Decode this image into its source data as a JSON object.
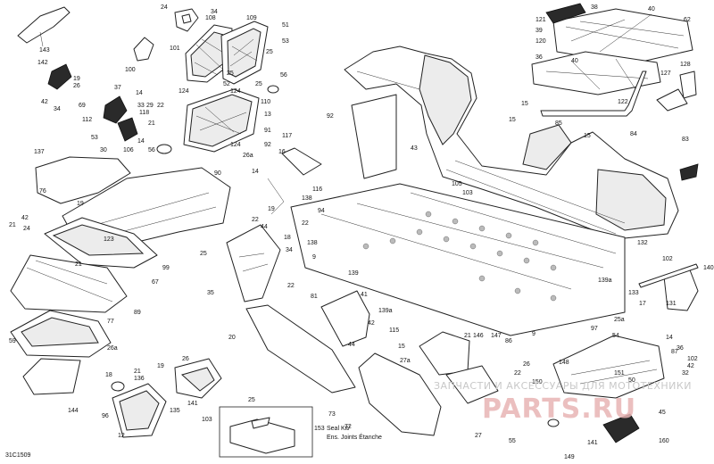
{
  "diagram_code": "31C1509",
  "seal_kit": {
    "number": "153",
    "line1": "Seal Kit/",
    "line2": "Ens. Joints Étanche"
  },
  "watermark": {
    "line1": "ЗАПЧАСТИ И АКСЕССУАРЫ ДЛЯ МОТОТЕХНИКИ",
    "line2": "PARTS.RU"
  },
  "callouts": [
    "143",
    "24",
    "34",
    "101",
    "108",
    "109",
    "51",
    "53",
    "25",
    "56",
    "142",
    "19",
    "26",
    "100",
    "42",
    "34",
    "37",
    "14",
    "69",
    "33",
    "29",
    "22",
    "112",
    "21",
    "118",
    "53",
    "106",
    "30",
    "14",
    "56",
    "124",
    "124",
    "52",
    "13",
    "91",
    "124",
    "110",
    "25",
    "25",
    "121",
    "38",
    "40",
    "39",
    "62",
    "120",
    "36",
    "40",
    "127",
    "128",
    "15",
    "85",
    "122",
    "15",
    "84",
    "15",
    "92",
    "117",
    "43",
    "92",
    "16",
    "26a",
    "138",
    "116",
    "14",
    "94",
    "22",
    "19",
    "83",
    "137",
    "90",
    "105",
    "103",
    "76",
    "19",
    "42",
    "24",
    "123",
    "21",
    "44",
    "22",
    "18",
    "34",
    "25",
    "9",
    "138",
    "139",
    "132",
    "139a",
    "102",
    "140",
    "21",
    "99",
    "67",
    "22",
    "81",
    "35",
    "41",
    "133",
    "131",
    "17",
    "89",
    "42",
    "139a",
    "147",
    "146",
    "86",
    "9",
    "25a",
    "97",
    "54",
    "59",
    "77",
    "20",
    "115",
    "15",
    "44",
    "14",
    "87",
    "26a",
    "148",
    "36",
    "27a",
    "22",
    "21",
    "26",
    "150",
    "151",
    "50",
    "18",
    "26",
    "102",
    "42",
    "32",
    "19",
    "21",
    "136",
    "25",
    "141",
    "103",
    "144",
    "135",
    "96",
    "27",
    "55",
    "149",
    "45",
    "73",
    "72",
    "160",
    "141",
    "12"
  ]
}
